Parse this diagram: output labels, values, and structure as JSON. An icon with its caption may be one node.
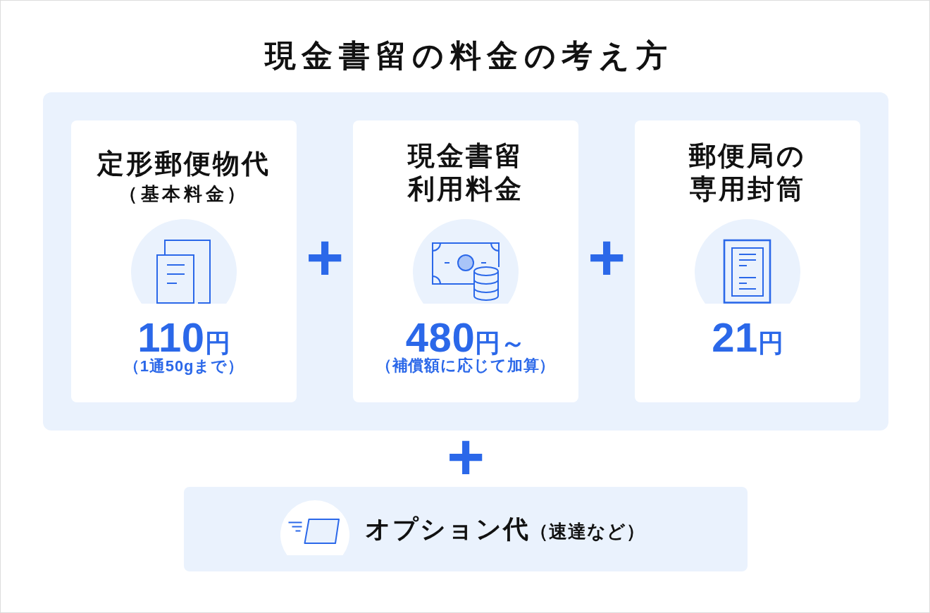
{
  "diagram": {
    "title": "現金書留の料金の考え方",
    "nodes": [
      {
        "text": [],
        "shape": "box"
      },
      {
        "text": [
          "定形郵便物代",
          "（基本料金）",
          "110",
          "円",
          "（1通50gまで）"
        ],
        "in": 0
      },
      {
        "text": [
          "現金書留利用料金",
          "480",
          "円～",
          "（補償額に応じて加算）"
        ],
        "in": 0
      },
      {
        "text": [
          "郵便局の専用封筒",
          "21",
          "円"
        ],
        "in": 0
      },
      {
        "text": [
          "オプション代",
          "（速達など）"
        ]
      }
    ],
    "labels": [
      "+",
      "+",
      "+"
    ]
  }
}
